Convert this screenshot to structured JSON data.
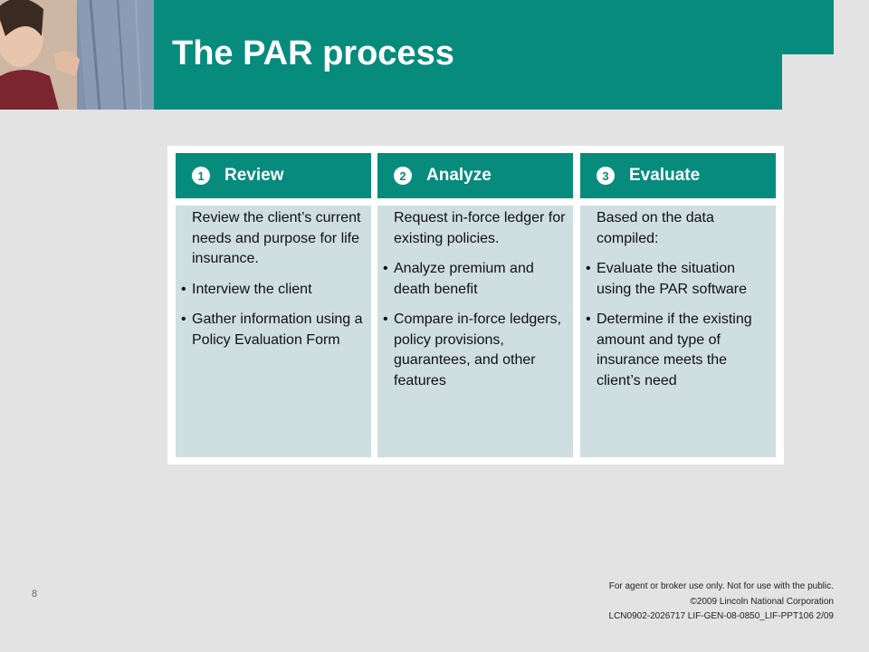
{
  "slide": {
    "title": "The PAR process",
    "page_number": "8",
    "colors": {
      "teal": "#078b7d",
      "column_body": "#cfdee1",
      "background": "#e3e3e3"
    }
  },
  "columns": [
    {
      "number": "1",
      "title": "Review",
      "intro": "Review the client’s current needs and purpose for life insurance.",
      "bullets": [
        "Interview the client",
        "Gather information using a Policy Evaluation Form"
      ]
    },
    {
      "number": "2",
      "title": "Analyze",
      "intro": "Request in-force ledger for existing policies.",
      "bullets": [
        "Analyze premium and death benefit",
        "Compare in-force ledgers, policy provisions, guarantees, and other features"
      ]
    },
    {
      "number": "3",
      "title": "Evaluate",
      "intro": "Based on the data compiled:",
      "bullets": [
        "Evaluate the situation using the PAR software",
        "Determine if the existing amount and type of insurance meets the client’s need"
      ]
    }
  ],
  "footer": {
    "line1": "For agent or broker use only. Not for use with the public.",
    "line2": "©2009 Lincoln National Corporation",
    "line3": "LCN0902-2026717  LIF-GEN-08-0850_LIF-PPT106 2/09"
  }
}
